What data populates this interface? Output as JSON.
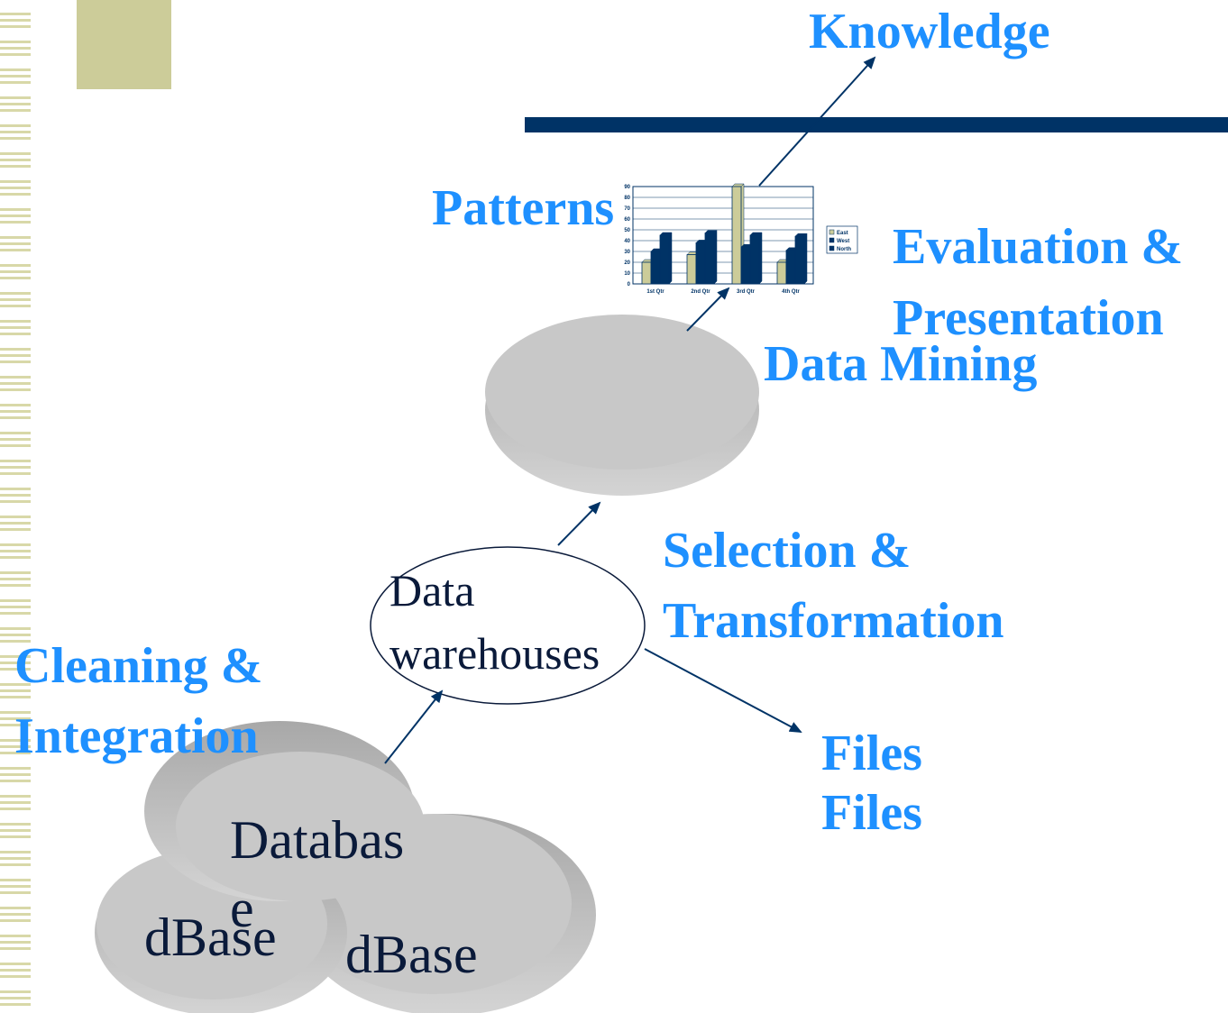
{
  "colors": {
    "label_blue": "#1e90ff",
    "navy": "#003366",
    "tan": "#cccc99",
    "stripe": "#d8d8a8",
    "disk_top": "#c8c8c8"
  },
  "labels": {
    "knowledge": "Knowledge",
    "patterns": "Patterns",
    "evaluation_line1": "Evaluation &",
    "evaluation_line2": "Presentation",
    "data_mining": "Data Mining",
    "selection_line1": "Selection &",
    "selection_line2": "Transformation",
    "cleaning_line1": "Cleaning &",
    "cleaning_line2": "Integration",
    "files_1": "Files",
    "files_2": "Files"
  },
  "nodes": {
    "warehouse_line1": "Data",
    "warehouse_line2": "warehouses",
    "database_line1": "Databas",
    "database_line2": "e",
    "dbase_left": "dBase",
    "dbase_right": "dBase"
  },
  "chart_data": {
    "type": "bar",
    "categories": [
      "1st Qtr",
      "2nd Qtr",
      "3rd Qtr",
      "4th Qtr"
    ],
    "series": [
      {
        "name": "East",
        "values": [
          20,
          27,
          90,
          20
        ],
        "color": "#cccc99"
      },
      {
        "name": "West",
        "values": [
          30,
          38,
          34,
          31
        ],
        "color": "#003366"
      },
      {
        "name": "North",
        "values": [
          45,
          47,
          45,
          44
        ],
        "color": "#003366"
      }
    ],
    "ylim": [
      0,
      90
    ],
    "yticks": [
      0,
      10,
      20,
      30,
      40,
      50,
      60,
      70,
      80,
      90
    ],
    "grid": true,
    "legend": "right"
  }
}
